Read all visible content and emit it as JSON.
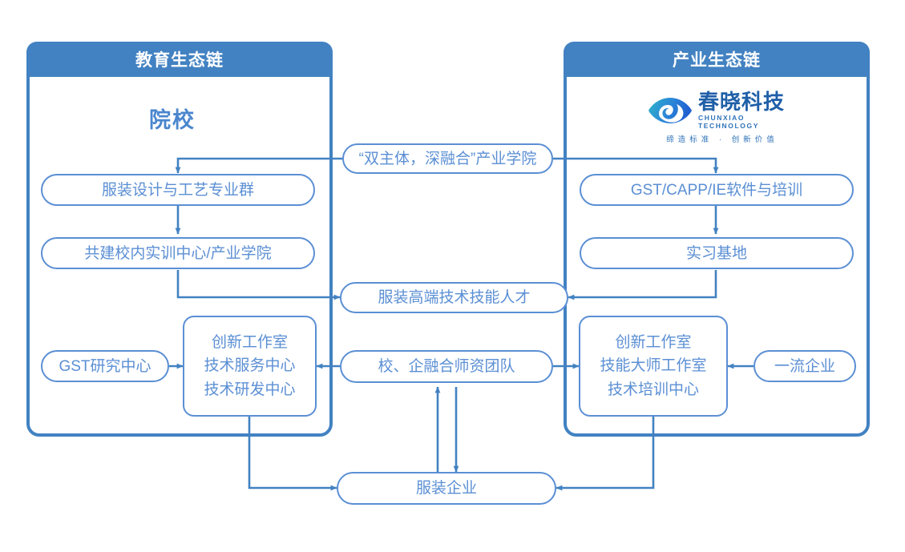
{
  "diagram": {
    "title_left": "教育生态链",
    "title_right": "产业生态链",
    "left_section_title": "院校",
    "accent": "#4282c2",
    "node_stroke": "#5b8fd4",
    "node_text": "#5b8fd4",
    "header_text": "#ffffff"
  },
  "logo": {
    "cn": "春晓科技",
    "en": "CHUNXIAO TECHNOLOGY",
    "tagline": "缔造标准 · 创新价值",
    "mark_color_start": "#2fb3c9",
    "mark_color_end": "#1f5fd0"
  },
  "nodes": {
    "center_top": "“双主体，深融合”产业学院",
    "left_1": "服装设计与工艺专业群",
    "left_2": "共建校内实训中心/产业学院",
    "right_1": "GST/CAPP/IE软件与培训",
    "right_2": "实习基地",
    "center_talent": "服装高端技术技能人才",
    "left_gst": "GST研究中心",
    "left_center_lines": [
      "创新工作室",
      "技术服务中心",
      "技术研发中心"
    ],
    "center_faculty": "校、企融合师资团队",
    "right_center_lines": [
      "创新工作室",
      "技能大师工作室",
      "技术培训中心"
    ],
    "right_enterprise": "一流企业",
    "bottom": "服装企业"
  }
}
